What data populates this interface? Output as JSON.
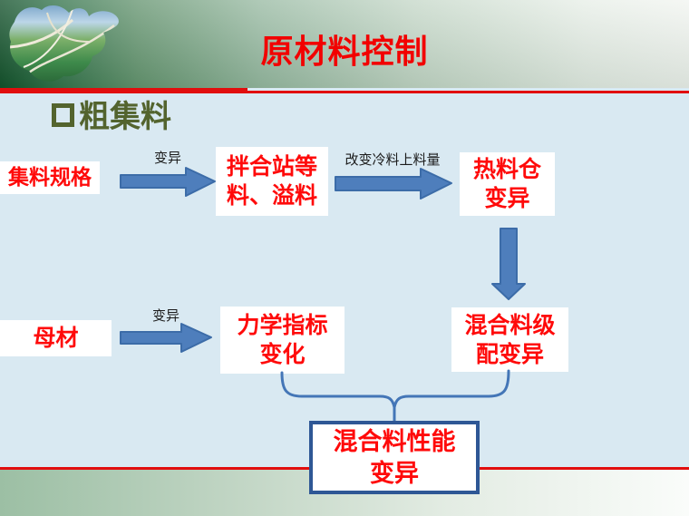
{
  "header": {
    "title": "原材料控制"
  },
  "section": {
    "heading": "粗集料"
  },
  "flowchart": {
    "boxes": {
      "aggregate_spec": {
        "text": "集料规格"
      },
      "mixing_station": {
        "line1": "拌合站等",
        "line2": "料、溢料"
      },
      "hot_bin": {
        "line1": "热料仓",
        "line2": "变异"
      },
      "parent_material": {
        "text": "母材"
      },
      "mechanical_index": {
        "line1": "力学指标",
        "line2": "变化"
      },
      "mixture_gradation": {
        "line1": "混合料级",
        "line2": "配变异"
      },
      "mixture_performance": {
        "line1": "混合料性能",
        "line2": "变异"
      }
    },
    "labels": {
      "variation_top": "变异",
      "change_cold_feed": "改变冷料上料量",
      "variation_bottom": "变异"
    }
  },
  "colors": {
    "title_red": "#F20000",
    "box_text_red": "#FF0A0A",
    "arrow_blue": "#4E7EBC",
    "arrow_border_blue": "#3C6CA8",
    "brace_blue": "#4476B7",
    "performance_box_border": "#2E5795",
    "heading_olive": "#53642E",
    "divider_red": "#E10E0E",
    "background_blue": "#D9E9F2"
  }
}
